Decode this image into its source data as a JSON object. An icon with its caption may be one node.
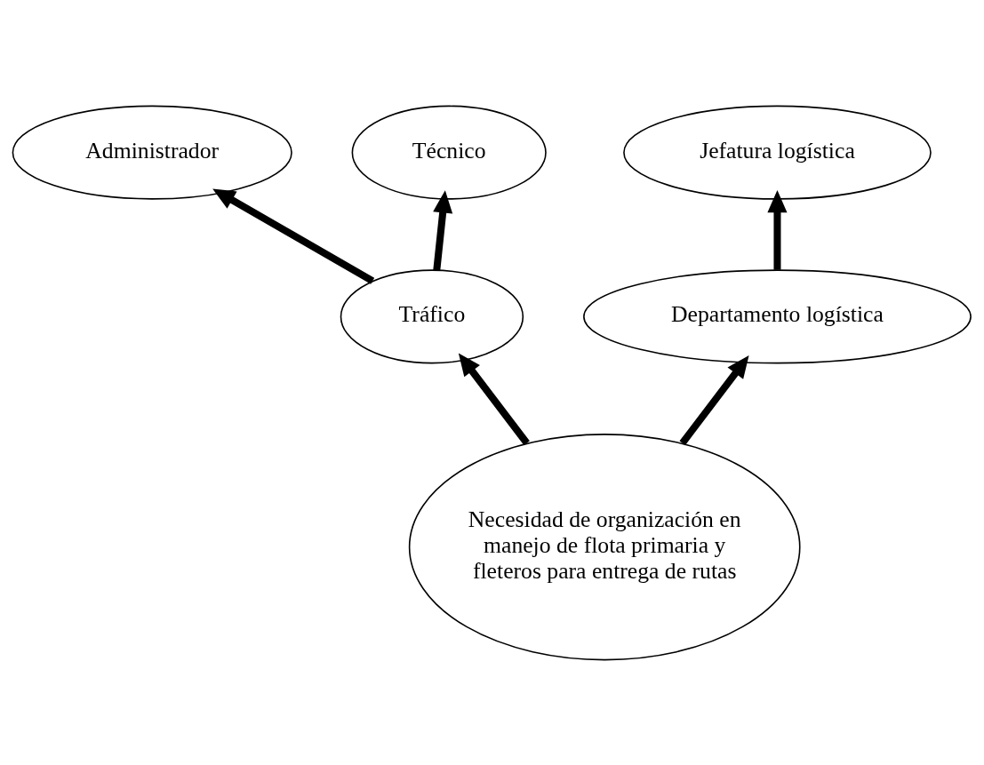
{
  "diagram": {
    "nodes": [
      {
        "text": [
          "Jefatura logística"
        ]
      },
      {
        "text": [
          "Administrador"
        ]
      },
      {
        "text": [
          "Tráfico"
        ]
      },
      {
        "text": [
          "Departamento logística"
        ]
      },
      {
        "text": [
          "Técnico"
        ]
      },
      {
        "text": [
          "Necesidad de organización en manejo de flota primaria y fleteros para entrega de rutas"
        ]
      }
    ],
    "edges": [
      {
        "from": 3,
        "to": 0,
        "arrow": "to"
      },
      {
        "from": 2,
        "to": 1,
        "arrow": "to"
      },
      {
        "from": 2,
        "to": 4,
        "arrow": "to"
      },
      {
        "from": 5,
        "to": 3,
        "arrow": "to"
      },
      {
        "from": 5,
        "to": 2,
        "arrow": "to"
      }
    ]
  }
}
